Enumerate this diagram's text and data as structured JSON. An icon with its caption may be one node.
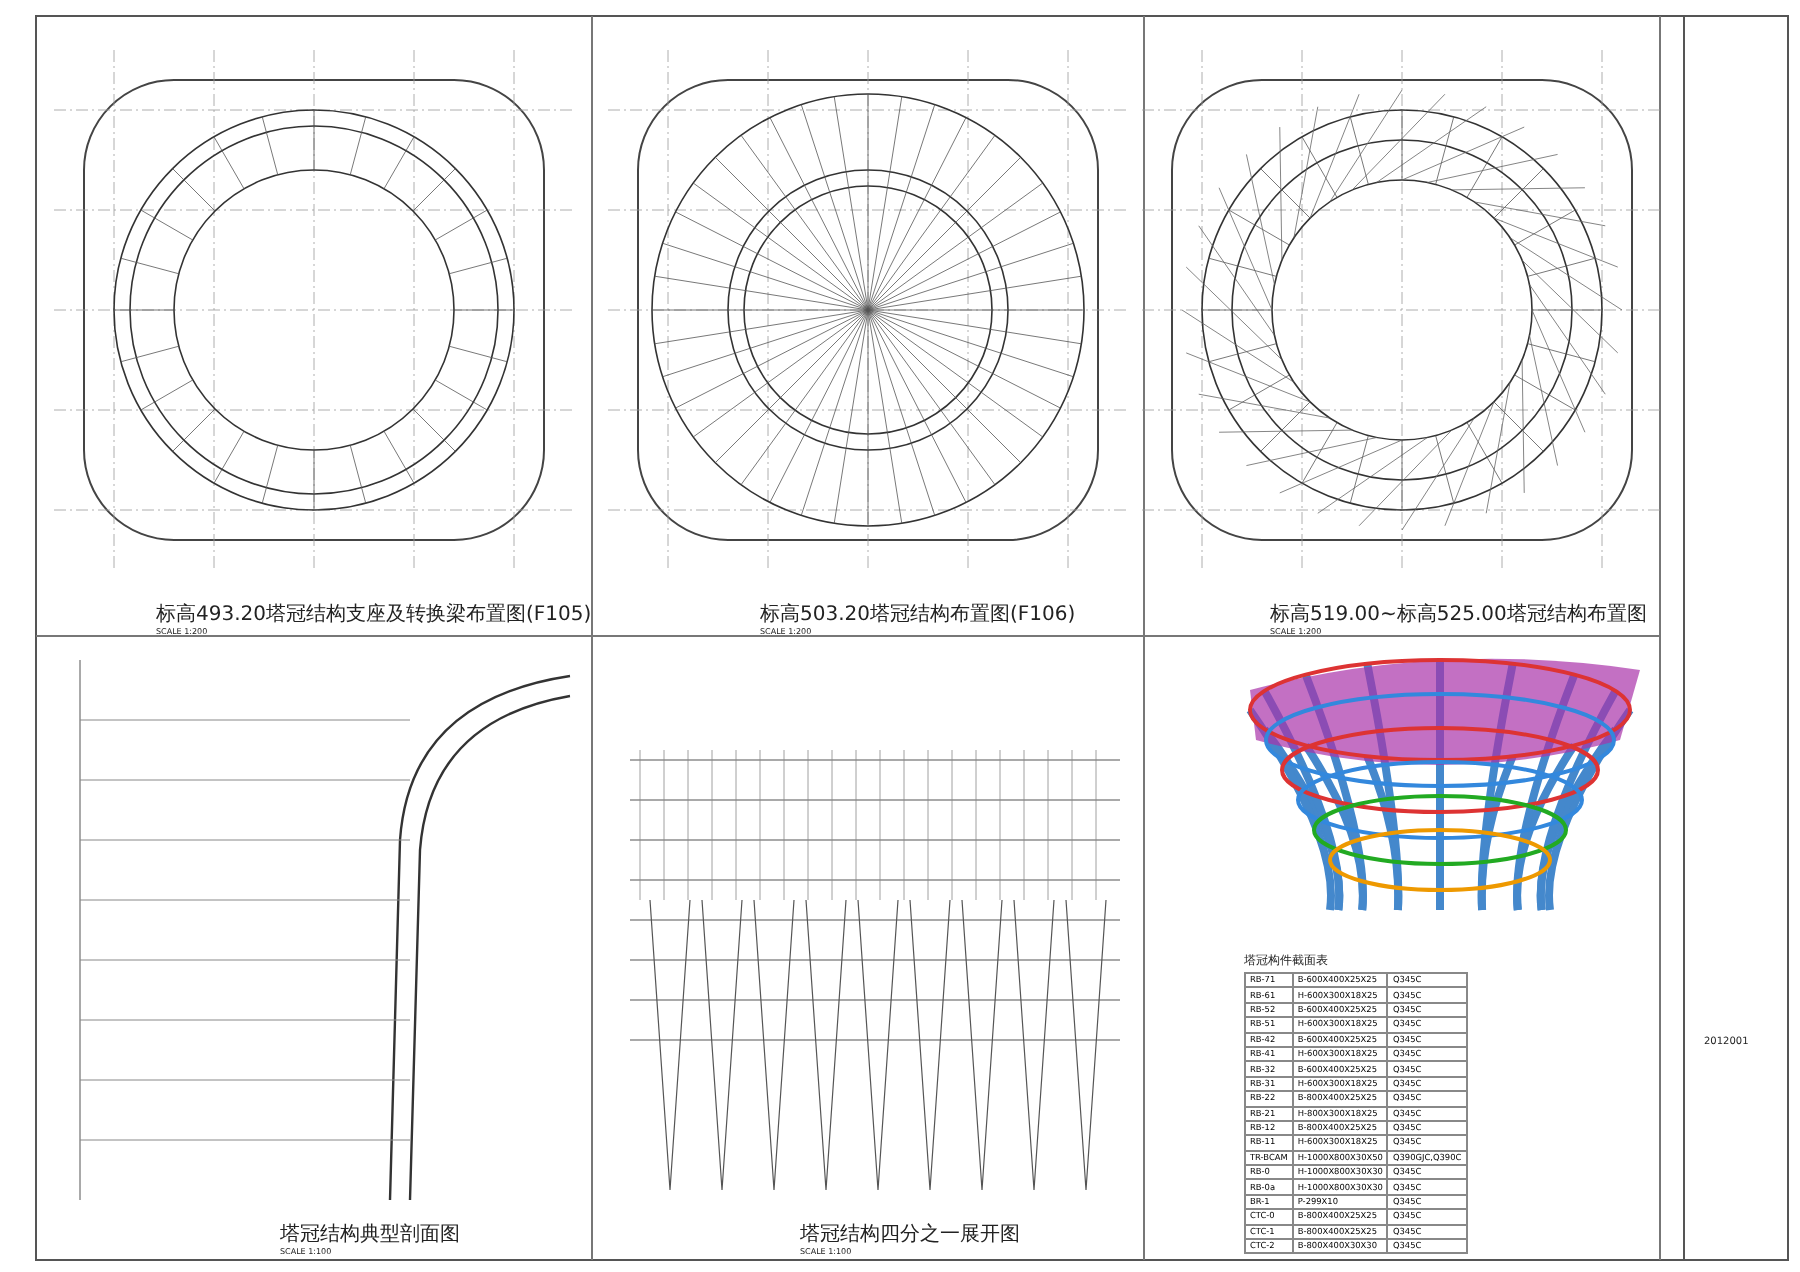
{
  "diagram": {
    "labels": [
      "标高493.20塔冠结构支座及转换梁布置图(F105)",
      "SCALE 1:200",
      "标高503.20塔冠结构布置图(F106)",
      "SCALE 1:200",
      "标高519.00~标高525.00塔冠结构布置图",
      "SCALE 1:200",
      "塔冠结构典型剖面图",
      "SCALE 1:100",
      "塔冠结构四分之一展开图",
      "SCALE 1:100",
      "塔冠构件截面表",
      "RB-71",
      "B-600X400X25X25",
      "Q345C",
      "RB-61",
      "H-600X300X18X25",
      "Q345C",
      "RB-52",
      "B-600X400X25X25",
      "Q345C",
      "RB-51",
      "H-600X300X18X25",
      "Q345C",
      "RB-42",
      "B-600X400X25X25",
      "Q345C",
      "RB-41",
      "H-600X300X18X25",
      "Q345C",
      "RB-32",
      "B-600X400X25X25",
      "Q345C",
      "RB-31",
      "H-600X300X18X25",
      "Q345C",
      "RB-22",
      "B-800X400X25X25",
      "Q345C",
      "RB-21",
      "H-800X300X18X25",
      "Q345C",
      "RB-12",
      "B-800X400X25X25",
      "Q345C",
      "RB-11",
      "H-600X300X18X25",
      "Q345C",
      "TR-BCAM",
      "H-1000X800X30X50",
      "Q390GJC,Q390C",
      "RB-0",
      "H-1000X800X30X30",
      "Q345C",
      "RB-0a",
      "H-1000X800X30X30",
      "Q345C",
      "BR-1",
      "P-299X10",
      "Q345C",
      "CTC-0",
      "B-800X400X25X25",
      "Q345C",
      "CTC-1",
      "B-800X400X25X25",
      "Q345C",
      "CTC-2",
      "B-800X400X30X30",
      "Q345C",
      "2012001"
    ]
  }
}
